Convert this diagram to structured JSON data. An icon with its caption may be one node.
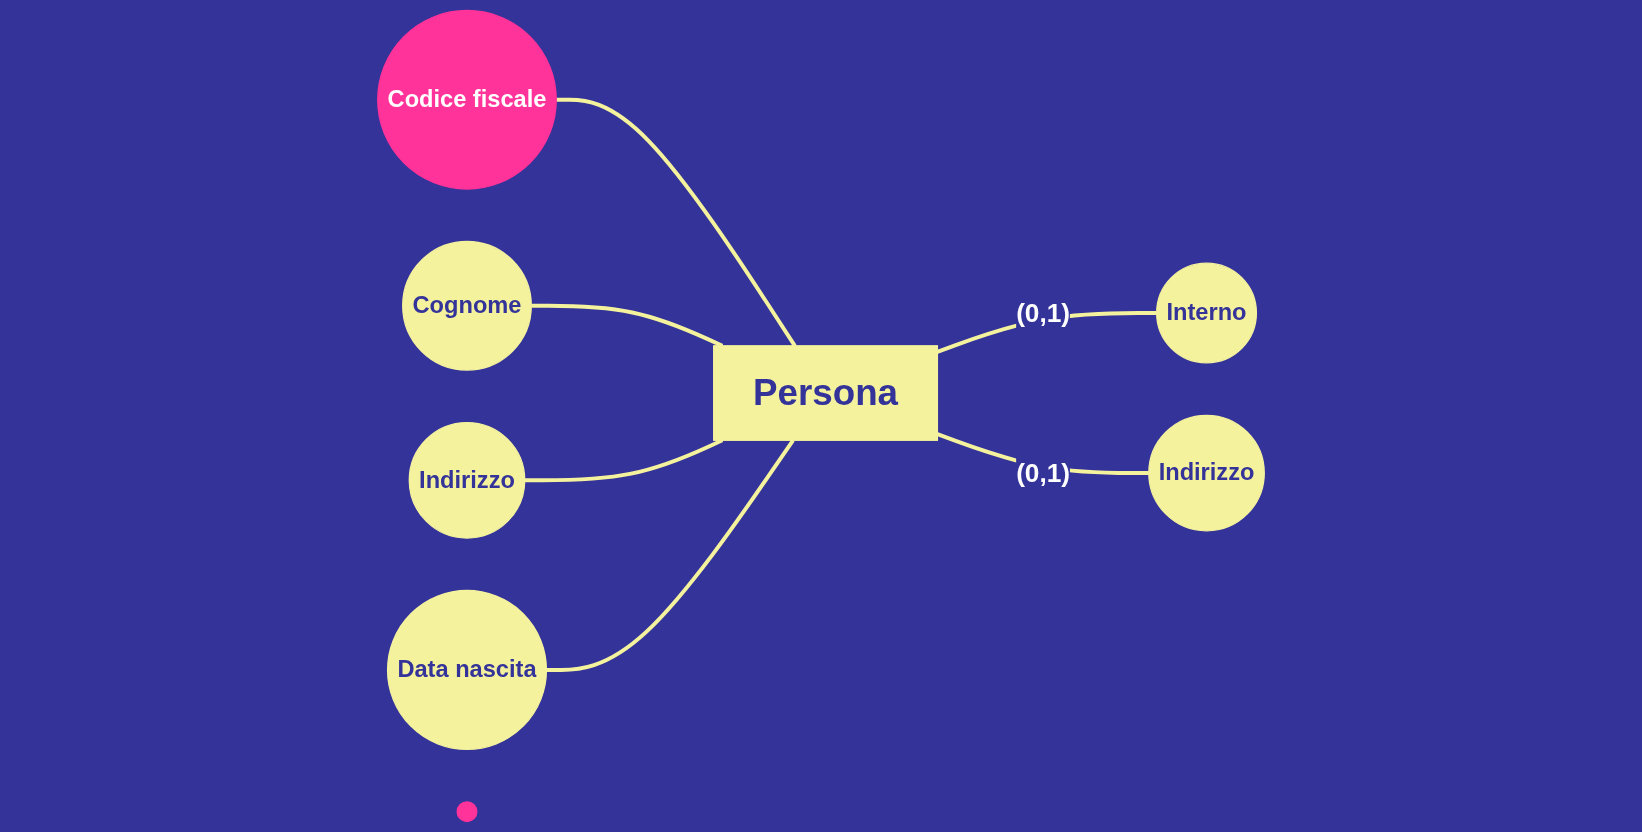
{
  "diagram": {
    "nodes": [
      {
        "text": [
          "Persona"
        ]
      },
      {
        "text": [
          "Codice fiscale"
        ]
      },
      {
        "text": [
          "Cognome"
        ]
      },
      {
        "text": [
          "Indirizzo"
        ]
      },
      {
        "text": [
          "Data nascita"
        ]
      },
      {
        "text": [
          "Interno"
        ]
      },
      {
        "text": [
          "Indirizzo"
        ]
      },
      {
        "text": [],
        "shape": "circle"
      }
    ],
    "edges": [
      {
        "from": 1,
        "to": 0,
        "arrow": "none"
      },
      {
        "from": 2,
        "to": 0,
        "arrow": "none"
      },
      {
        "from": 3,
        "to": 0,
        "arrow": "none"
      },
      {
        "from": 4,
        "to": 0,
        "arrow": "none"
      },
      {
        "from": 0,
        "to": 5,
        "arrow": "none",
        "label": "(0,1)"
      },
      {
        "from": 0,
        "to": 6,
        "arrow": "none",
        "label": "(0,1)"
      }
    ]
  }
}
